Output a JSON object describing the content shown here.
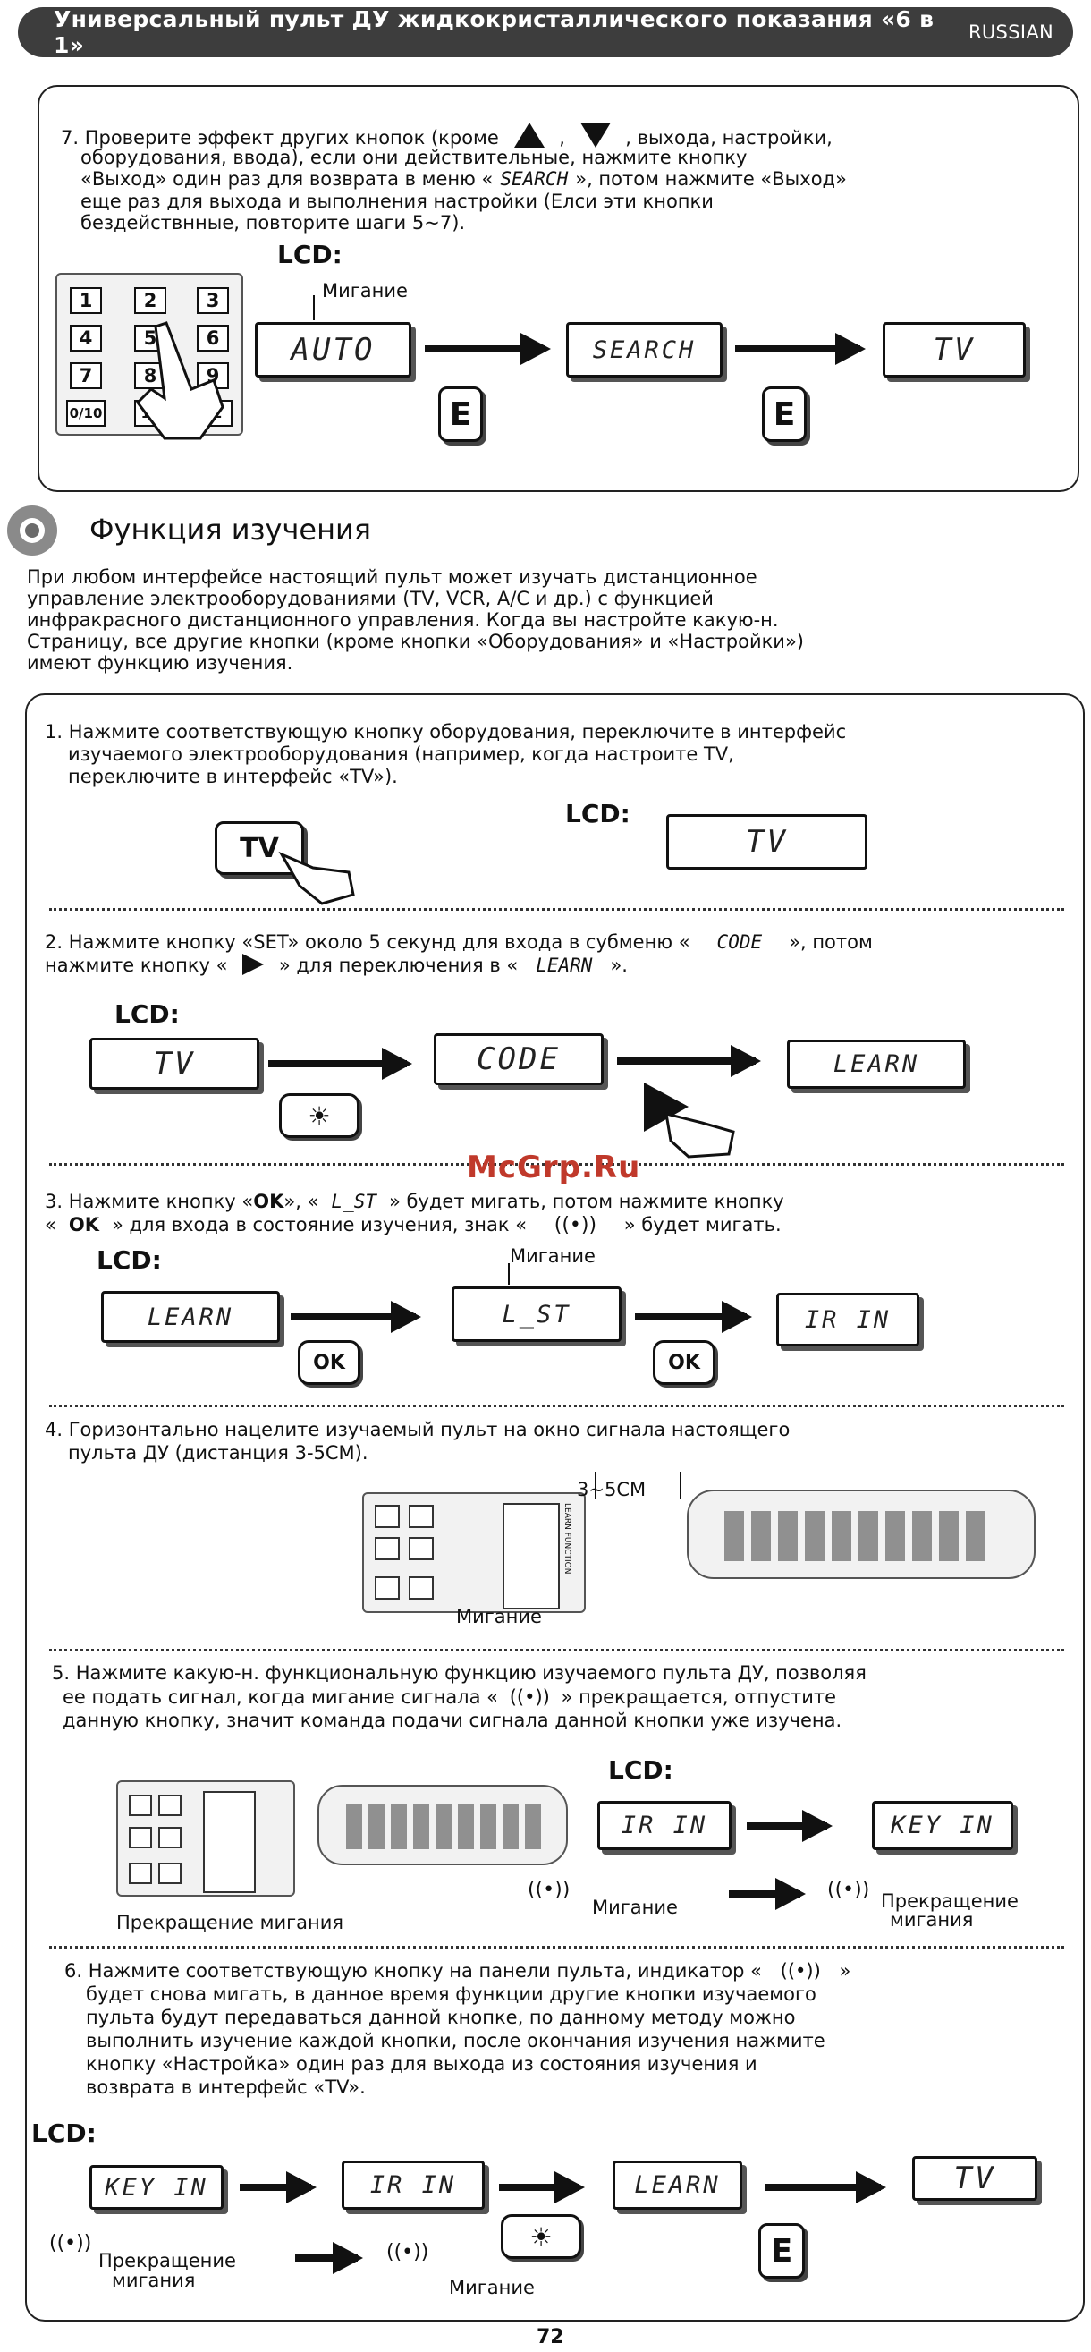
{
  "header": {
    "title": "Универсальный пульт ДУ жидкокристаллического показания «6 в 1»",
    "language": "RUSSIAN"
  },
  "step7": {
    "text_lines": [
      "7. Проверите эффект других кнопок (кроме",
      ", выхода, настройки,",
      "оборудования, ввода), если они действительные, нажмите кнопку",
      "«Выход» один раз для возврата в меню «",
      "», потом нажмите «Выход»",
      "еще раз для выхода и выполнения настройки (Елси эти кнопки",
      "бездействнные, повторите шаги 5~7)."
    ],
    "search_word": "SEARCH",
    "lcd_label": "LCD:",
    "blink_label": "Мигание",
    "lcd": [
      "AUTO",
      "SEARCH",
      "TV"
    ],
    "e_button": "E",
    "keypad": [
      "1",
      "2",
      "3",
      "4",
      "5",
      "6",
      "7",
      "8",
      "9",
      "0/10",
      "11",
      "12"
    ]
  },
  "section": {
    "title": "Функция изучения",
    "intro": [
      "При любом интерфейсе настоящий пульт может изучать дистанционное",
      "управление электрооборудованиями (TV, VCR, A/C и др.) с функцией",
      "инфракрасного дистанционного управления. Когда вы настройте какую-н.",
      "Страницу, все другие кнопки (кроме кнопки «Оборудования» и «Настройки»)",
      "имеют функцию изучения."
    ]
  },
  "step1": {
    "text": [
      "1. Нажмите соответствующую кнопку оборудования, переключите в интерфейс",
      "изучаемого электрооборудования (например, когда настроите TV,",
      "переключите в интерфейс «TV»)."
    ],
    "button": "TV",
    "lcd_label": "LCD:",
    "lcd": "TV"
  },
  "step2": {
    "text_a": "2. Нажмите кнопку «SET» около 5 секунд для входа в субменю «",
    "code_word": "CODE",
    "text_b": "», потом",
    "text_c": "нажмите кнопку «",
    "text_d": "» для переключения в «",
    "learn_word": "LEARN",
    "text_e": "».",
    "lcd_label": "LCD:",
    "lcd": [
      "TV",
      "CODE",
      "LEARN"
    ]
  },
  "step3": {
    "text_a": "3. Нажмите кнопку «",
    "ok": "OK",
    "text_b": "», «",
    "lst": "L_ST",
    "text_c": "» будет мигать, потом нажмите кнопку",
    "text_d": "«",
    "text_e": "» для входа в состояние изучения, знак «",
    "text_f": "» будет мигать.",
    "lcd_label": "LCD:",
    "blink_label": "Мигание",
    "lcd": [
      "LEARN",
      "L_ST",
      "IR IN"
    ]
  },
  "step4": {
    "text": [
      "4. Горизонтально нацелите изучаемый пульт на окно сигнала настоящего",
      "пульта ДУ (дистанция 3-5CM)."
    ],
    "distance": "3~5CM",
    "blink_label": "Мигание",
    "remote_label": "LEARN FUNCTION"
  },
  "step5": {
    "text": [
      "5. Нажмите какую-н. функциональную функцию изучаемого пульта ДУ, позволяя",
      "ее подать сигнал, когда мигание сигнала «",
      "» прекращается, отпустите",
      "данную кнопку, значит команда подачи сигнала данной кнопки уже изучена."
    ],
    "lcd_label": "LCD:",
    "lcd": [
      "IR IN",
      "KEY IN"
    ],
    "stop_blink": "Прекращение мигания",
    "blink_label": "Мигание",
    "stop_label_a": "Прекращение",
    "stop_label_b": "мигания"
  },
  "step6": {
    "text_a": "6. Нажмите соответствующую кнопку на панели пульта, индикатор «",
    "text_b": "»",
    "text": [
      "будет снова мигать, в данное время функции другие кнопки изучаемого",
      "пульта будут передаваться данной кнопке, по данному методу можно",
      "выполнить изучение каждой кнопки, после окончания изучения нажмите",
      "кнопку «Настройка» один раз для выхода из состояния изучения и",
      "возврата в интерфейс «TV»."
    ],
    "lcd_label": "LCD:",
    "lcd": [
      "KEY IN",
      "IR IN",
      "LEARN",
      "TV"
    ],
    "stop_label_a": "Прекращение",
    "stop_label_b": "мигания",
    "blink_label": "Мигание",
    "e_button": "E"
  },
  "watermark": "McGrp.Ru",
  "page_number": "72"
}
